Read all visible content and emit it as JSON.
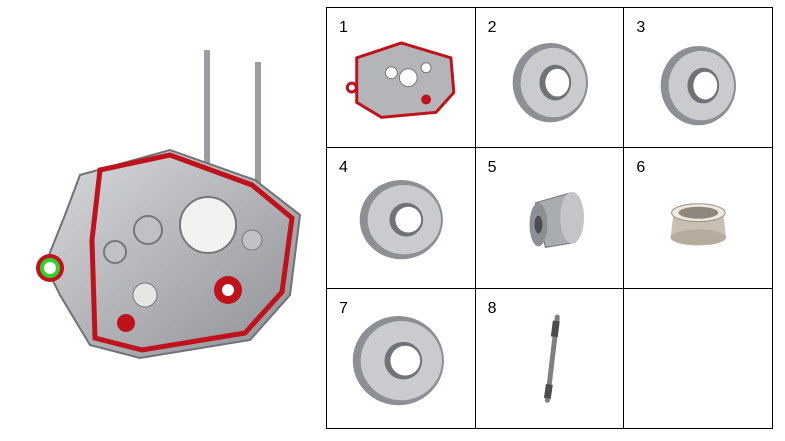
{
  "parts": [
    {
      "number": "1",
      "icon": "crankcase-half-icon"
    },
    {
      "number": "2",
      "icon": "ball-bearing-icon"
    },
    {
      "number": "3",
      "icon": "ball-bearing-icon"
    },
    {
      "number": "4",
      "icon": "ball-bearing-icon"
    },
    {
      "number": "5",
      "icon": "bushing-icon"
    },
    {
      "number": "6",
      "icon": "flanged-sleeve-icon"
    },
    {
      "number": "7",
      "icon": "ball-bearing-icon"
    },
    {
      "number": "8",
      "icon": "stud-bolt-icon"
    },
    {
      "number": "",
      "icon": ""
    }
  ],
  "colors": {
    "gasket": "#c0121b",
    "metal": "#a7a9ad",
    "seal": "#2fd12f",
    "grid": "#000000"
  }
}
